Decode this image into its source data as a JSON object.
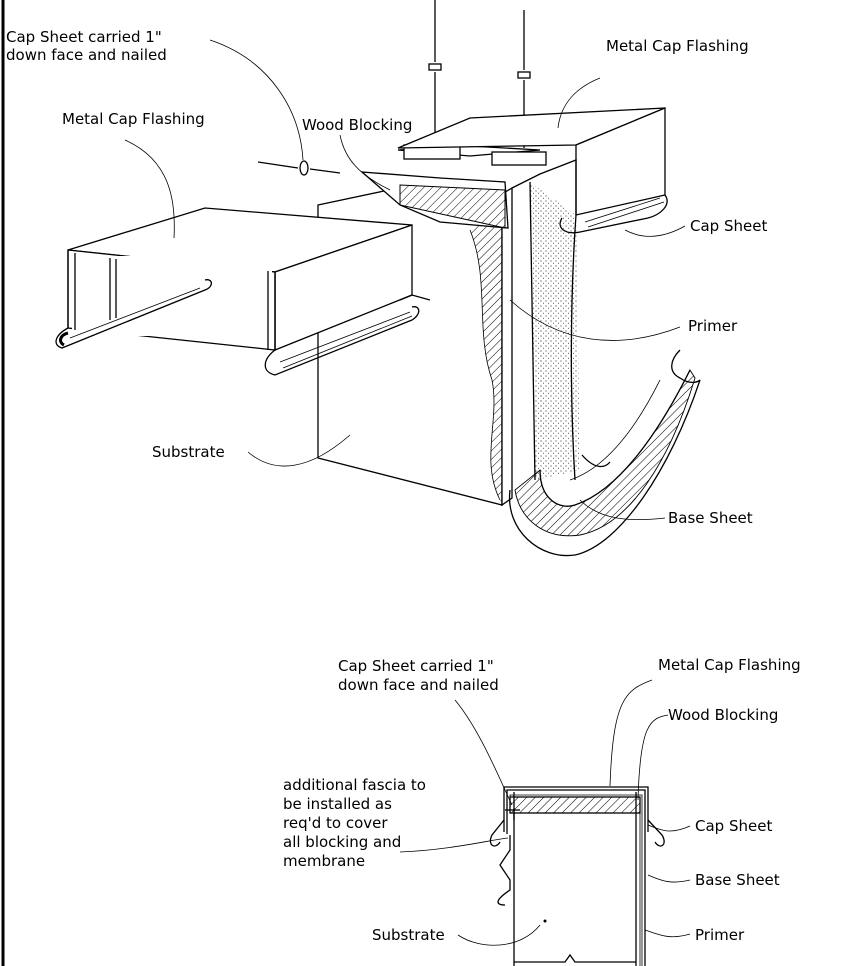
{
  "exploded_view": {
    "labels": {
      "cap_sheet_note_line1": "Cap Sheet carried 1\"",
      "cap_sheet_note_line2": "down face and nailed",
      "metal_cap_flashing_left": "Metal Cap Flashing",
      "wood_blocking": "Wood Blocking",
      "metal_cap_flashing_right": "Metal Cap Flashing",
      "cap_sheet": "Cap Sheet",
      "primer": "Primer",
      "substrate": "Substrate",
      "base_sheet": "Base Sheet"
    }
  },
  "section_view": {
    "labels": {
      "cap_sheet_note_line1": "Cap Sheet carried 1\"",
      "cap_sheet_note_line2": "down face and nailed",
      "metal_cap_flashing": "Metal Cap Flashing",
      "wood_blocking": "Wood Blocking",
      "fascia_note_line1": "additional fascia to",
      "fascia_note_line2": "be installed as",
      "fascia_note_line3": "req'd to cover",
      "fascia_note_line4": "all blocking and",
      "fascia_note_line5": "membrane",
      "cap_sheet": "Cap Sheet",
      "base_sheet": "Base Sheet",
      "primer": "Primer",
      "substrate": "Substrate"
    }
  }
}
